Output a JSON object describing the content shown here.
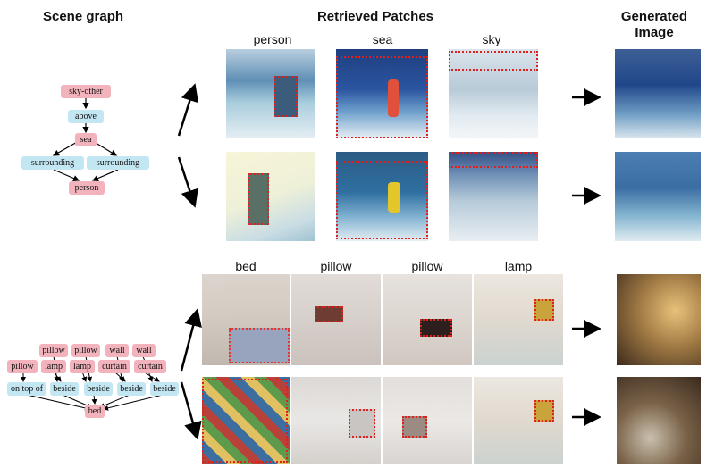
{
  "headers": {
    "scene_graph": "Scene graph",
    "retrieved": "Retrieved Patches",
    "generated": "Generated\nImage"
  },
  "top": {
    "columns": [
      "person",
      "sea",
      "sky"
    ],
    "nodes": {
      "sky_other": "sky-other",
      "above": "above",
      "sea": "sea",
      "surrounding_left": "surrounding",
      "surrounding_right": "surrounding",
      "person": "person"
    }
  },
  "bottom": {
    "columns": [
      "bed",
      "pillow",
      "pillow",
      "lamp"
    ],
    "nodes": {
      "pillow1": "pillow",
      "pillow2": "pillow",
      "wall1": "wall",
      "wall2": "wall",
      "pillow3": "pillow",
      "lamp1": "lamp",
      "lamp2": "lamp",
      "curtain1": "curtain",
      "curtain2": "curtain",
      "ontopof": "on top of",
      "beside1": "beside",
      "beside2": "beside",
      "beside3": "beside",
      "beside4": "beside",
      "bed": "bed"
    }
  },
  "colors": {
    "object_node": "#f2b3bd",
    "relation_node": "#c3e6f3",
    "patch_box": "#e0201c"
  }
}
